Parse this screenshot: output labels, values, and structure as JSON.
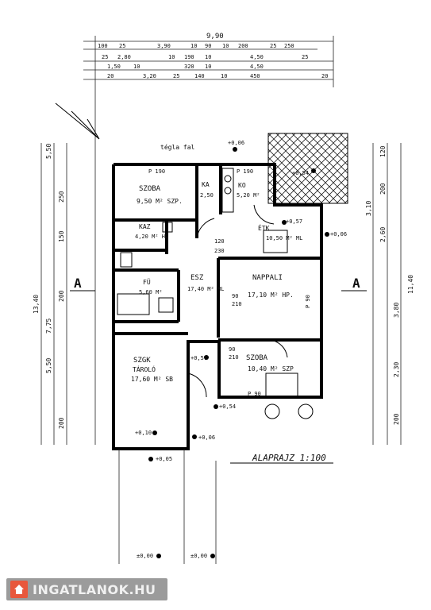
{
  "plan": {
    "title": "ALAPRAJZ 1:100",
    "wall_note": "tégla fal",
    "section_left": "A",
    "section_right": "A"
  },
  "rooms": {
    "szoba1": {
      "name": "SZOBA",
      "area": "9,50 M² SZP."
    },
    "kamra": {
      "name": "KA",
      "area": "2,50"
    },
    "konyha": {
      "name": "KO",
      "area": "5,20 M²"
    },
    "kazan": {
      "name": "KAZ",
      "area": "4,20 M² HL"
    },
    "etkezo": {
      "name": "ÉTK",
      "area": "10,50 M² ML"
    },
    "furdo": {
      "name": "FÜ",
      "area": "5,60 M²"
    },
    "eloszoba": {
      "name": "ESZ",
      "area": "17,40 M² ML"
    },
    "nappali": {
      "name": "NAPPALI",
      "area": "17,10 M² HP."
    },
    "szoba2": {
      "name": "SZOBA",
      "area": "10,40 M² SZP"
    },
    "garazs": {
      "name": "SZGK",
      "name2": "TÁROLÓ",
      "area": "17,60 M² SB"
    }
  },
  "levels": {
    "l1": "+0,06",
    "l2": "+0,54",
    "l3": "+0,57",
    "l4": "+0,06",
    "l5": "+0,57",
    "l6": "+0,54",
    "l7": "+0,06",
    "l8": "+0,10",
    "l9": "+0,05",
    "l10": "±0,00",
    "l11": "±0,00"
  },
  "dims_top": {
    "total": "9,90",
    "r1": [
      "100",
      "25",
      "3,90",
      "10",
      "90",
      "10",
      "200",
      "25",
      "250"
    ],
    "r2": [
      "25",
      "2,80",
      "10",
      "190",
      "10",
      "4,50",
      "25"
    ],
    "r3": [
      "1,50",
      "10",
      "320",
      "10",
      "4,50"
    ],
    "r4": [
      "20",
      "3,20",
      "25",
      "140",
      "10",
      "450",
      "20"
    ]
  },
  "dims_left": {
    "d1": "5,50",
    "d2": "250",
    "d3": "150",
    "d4": "200",
    "d5": "13,40",
    "d6": "7,75",
    "d7": "5,50",
    "d8": "200"
  },
  "dims_right": {
    "d1": "120",
    "d2": "200",
    "d3": "3,10",
    "d4": "2,60",
    "d5": "11,40",
    "d6": "3,80",
    "d7": "2,30",
    "d8": "200"
  },
  "misc": {
    "p190a": "P 190",
    "p190b": "P 190",
    "p90": "P 90",
    "sizes_120_230": "120",
    "size_230": "230",
    "nappali_p": "P 90",
    "door_labels": [
      "90",
      "210",
      "90",
      "210"
    ]
  },
  "watermark": {
    "text": "INGATLANOK.HU",
    "bg": "#9b9b9b",
    "accent": "#e8573c"
  }
}
